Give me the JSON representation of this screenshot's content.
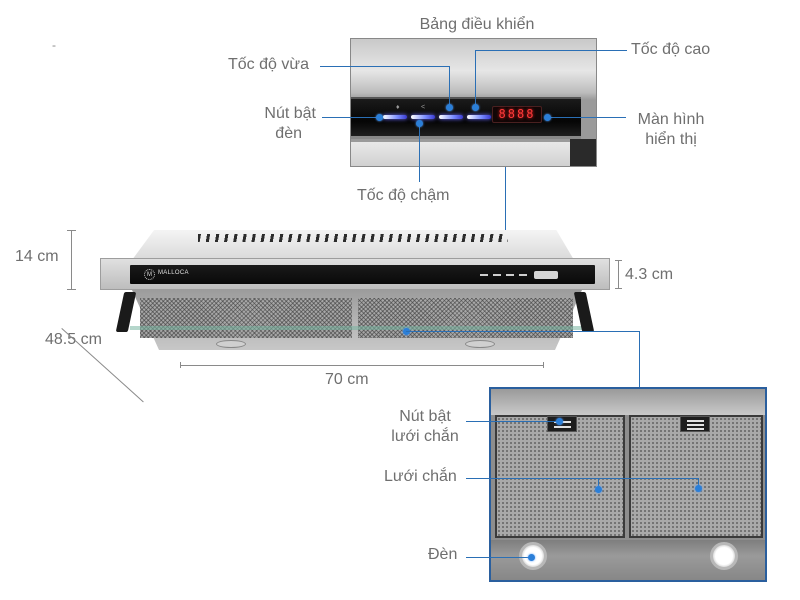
{
  "figure": {
    "subject": "Kitchen range hood (MALLOCA) feature diagram",
    "top_left_mark": "-"
  },
  "control_panel": {
    "title": "Bảng điều khiển",
    "display_digits": "8888",
    "callouts": {
      "medium_speed": "Tốc độ vừa",
      "high_speed": "Tốc độ cao",
      "light_button_line1": "Nút bật",
      "light_button_line2": "đèn",
      "display_line1": "Màn hình",
      "display_line2": "hiển thị",
      "low_speed": "Tốc độ chậm"
    }
  },
  "hood": {
    "brand": "MALLOCA",
    "brand_logo_letter": "M",
    "dimensions": {
      "height": "14 cm",
      "depth": "48.5 cm",
      "width": "70 cm",
      "front_panel_height": "4.3 cm"
    }
  },
  "underside": {
    "callouts": {
      "filter_release_line1": "Nút bật",
      "filter_release_line2": "lưới chắn",
      "filter": "Lưới chắn",
      "light": "Đèn"
    }
  },
  "colors": {
    "callout_line": "#2a6fb5",
    "callout_dot": "#2b7fd8",
    "label_text": "#6f6f6f",
    "led_digits": "#ff3a3a",
    "inset_border": "#2a5f9e"
  }
}
